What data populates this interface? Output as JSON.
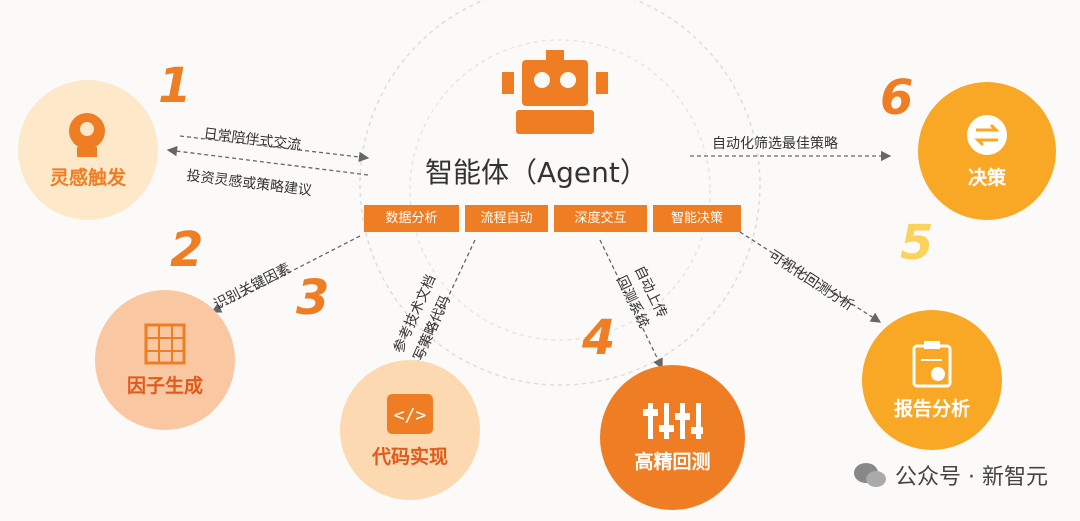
{
  "center": {
    "title": "智能体（Agent）"
  },
  "tags": [
    "数据分析",
    "流程自动",
    "深度交互",
    "智能决策"
  ],
  "nodes": {
    "inspiration": {
      "label": "灵感触发",
      "num": "1"
    },
    "factor": {
      "label": "因子生成",
      "num": "2"
    },
    "code": {
      "label": "代码实现",
      "num": "3"
    },
    "backtest": {
      "label": "高精回测",
      "num": "4"
    },
    "report": {
      "label": "报告分析",
      "num": "5"
    },
    "decision": {
      "label": "决策",
      "num": "6"
    }
  },
  "edges": {
    "e1a": "日常陪伴式交流",
    "e1b": "投资灵感或策略建议",
    "e2": "识别关键因素",
    "e3a": "参考技术文档",
    "e3b": "写策略代码",
    "e4a": "自动上传",
    "e4b": "回测系统",
    "e5": "可视化回测分析",
    "e6": "自动化筛选最佳策略"
  },
  "watermark": "公众号 · 新智元",
  "colors": {
    "orange": "#ef7d23",
    "light": "#fde8c9",
    "yellow": "#f9a825"
  }
}
